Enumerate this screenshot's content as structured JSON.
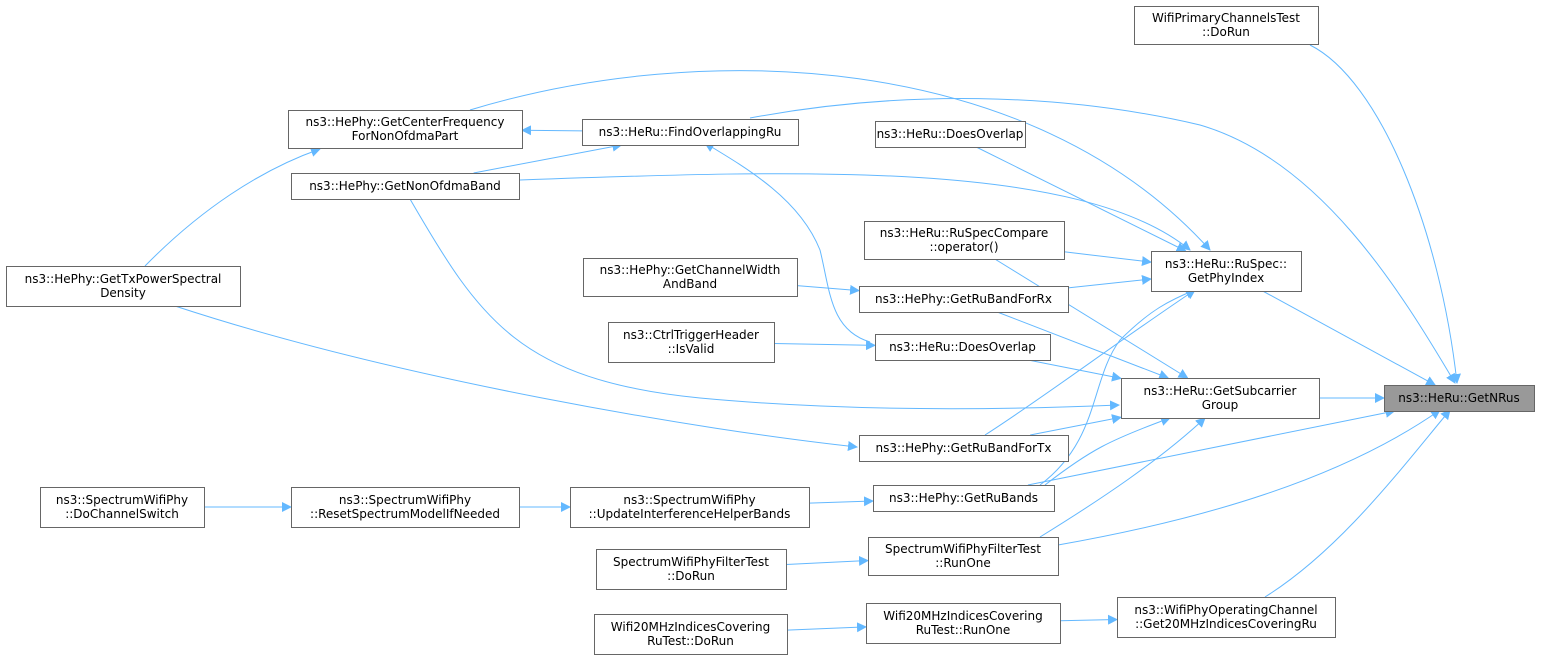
{
  "diagram": {
    "type": "call-graph",
    "edge_color": "#63b8ff",
    "focus_fill": "#999999",
    "nodes": [
      {
        "id": "n0",
        "lines": [
          "ns3::HeRu::GetNRus"
        ],
        "focus": true
      },
      {
        "id": "n1",
        "lines": [
          "WifiPrimaryChannelsTest",
          "::DoRun"
        ]
      },
      {
        "id": "n2",
        "lines": [
          "ns3::HePhy::GetCenterFrequency",
          "ForNonOfdmaPart"
        ]
      },
      {
        "id": "n3",
        "lines": [
          "ns3::HeRu::FindOverlappingRu"
        ]
      },
      {
        "id": "n4",
        "lines": [
          "ns3::HeRu::DoesOverlap"
        ]
      },
      {
        "id": "n5",
        "lines": [
          "ns3::HePhy::GetNonOfdmaBand"
        ]
      },
      {
        "id": "n6",
        "lines": [
          "ns3::HeRu::RuSpecCompare",
          "::operator()"
        ]
      },
      {
        "id": "n7",
        "lines": [
          "ns3::HeRu::RuSpec::",
          "GetPhyIndex"
        ]
      },
      {
        "id": "n8",
        "lines": [
          "ns3::HePhy::GetTxPowerSpectral",
          "Density"
        ]
      },
      {
        "id": "n9",
        "lines": [
          "ns3::HePhy::GetChannelWidth",
          "AndBand"
        ]
      },
      {
        "id": "n10",
        "lines": [
          "ns3::HePhy::GetRuBandForRx"
        ]
      },
      {
        "id": "n11",
        "lines": [
          "ns3::CtrlTriggerHeader",
          "::IsValid"
        ]
      },
      {
        "id": "n12",
        "lines": [
          "ns3::HeRu::DoesOverlap"
        ]
      },
      {
        "id": "n13",
        "lines": [
          "ns3::HeRu::GetSubcarrier",
          "Group"
        ]
      },
      {
        "id": "n14",
        "lines": [
          "ns3::HePhy::GetRuBandForTx"
        ]
      },
      {
        "id": "n15",
        "lines": [
          "ns3::SpectrumWifiPhy",
          "::DoChannelSwitch"
        ]
      },
      {
        "id": "n16",
        "lines": [
          "ns3::SpectrumWifiPhy",
          "::ResetSpectrumModelIfNeeded"
        ]
      },
      {
        "id": "n17",
        "lines": [
          "ns3::SpectrumWifiPhy",
          "::UpdateInterferenceHelperBands"
        ]
      },
      {
        "id": "n18",
        "lines": [
          "ns3::HePhy::GetRuBands"
        ]
      },
      {
        "id": "n19",
        "lines": [
          "SpectrumWifiPhyFilterTest",
          "::DoRun"
        ]
      },
      {
        "id": "n20",
        "lines": [
          "SpectrumWifiPhyFilterTest",
          "::RunOne"
        ]
      },
      {
        "id": "n21",
        "lines": [
          "Wifi20MHzIndicesCovering",
          "RuTest::DoRun"
        ]
      },
      {
        "id": "n22",
        "lines": [
          "Wifi20MHzIndicesCovering",
          "RuTest::RunOne"
        ]
      },
      {
        "id": "n23",
        "lines": [
          "ns3::WifiPhyOperatingChannel",
          "::Get20MHzIndicesCoveringRu"
        ]
      }
    ],
    "edges": [
      [
        "n1",
        "n0"
      ],
      [
        "n2",
        "n7"
      ],
      [
        "n3",
        "n2"
      ],
      [
        "n3",
        "n0"
      ],
      [
        "n5",
        "n3"
      ],
      [
        "n8",
        "n2"
      ],
      [
        "n4",
        "n7"
      ],
      [
        "n5",
        "n7"
      ],
      [
        "n6",
        "n7"
      ],
      [
        "n10",
        "n7"
      ],
      [
        "n14",
        "n7"
      ],
      [
        "n18",
        "n7"
      ],
      [
        "n7",
        "n0"
      ],
      [
        "n9",
        "n10"
      ],
      [
        "n12",
        "n3"
      ],
      [
        "n11",
        "n12"
      ],
      [
        "n6",
        "n13"
      ],
      [
        "n10",
        "n13"
      ],
      [
        "n12",
        "n13"
      ],
      [
        "n5",
        "n13"
      ],
      [
        "n14",
        "n13"
      ],
      [
        "n8",
        "n14"
      ],
      [
        "n18",
        "n13"
      ],
      [
        "n20",
        "n13"
      ],
      [
        "n13",
        "n0"
      ],
      [
        "n18",
        "n0"
      ],
      [
        "n20",
        "n0"
      ],
      [
        "n23",
        "n0"
      ],
      [
        "n15",
        "n16"
      ],
      [
        "n16",
        "n17"
      ],
      [
        "n17",
        "n18"
      ],
      [
        "n19",
        "n20"
      ],
      [
        "n21",
        "n22"
      ],
      [
        "n22",
        "n23"
      ]
    ]
  }
}
